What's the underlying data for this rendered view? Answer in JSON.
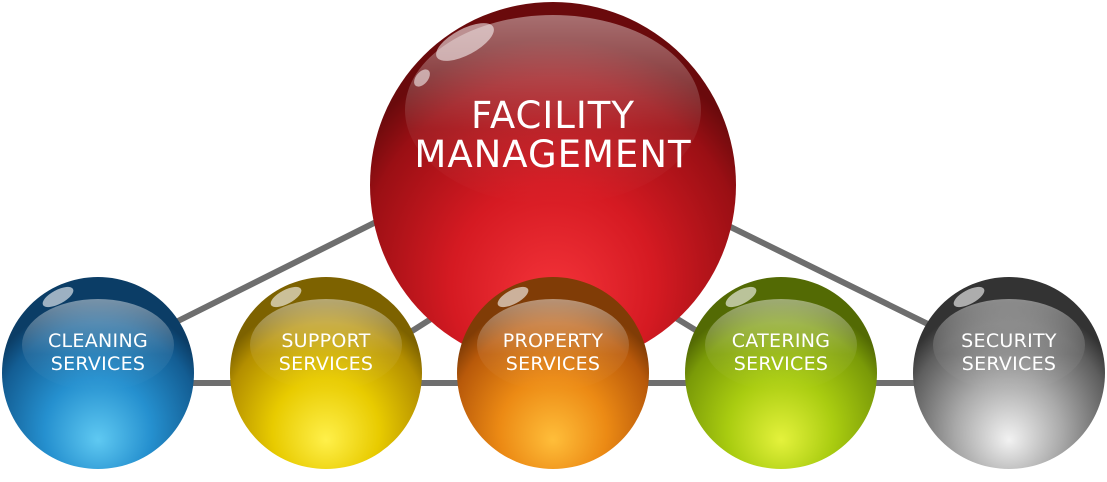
{
  "main": {
    "line1": "FACILITY",
    "line2": "MANAGEMENT",
    "color": "#c8141e"
  },
  "services": [
    {
      "id": "cleaning",
      "line1": "CLEANING",
      "line2": "SERVICES",
      "color": "#1e7fbf"
    },
    {
      "id": "support",
      "line1": "SUPPORT",
      "line2": "SERVICES",
      "color": "#e0c400"
    },
    {
      "id": "property",
      "line1": "PROPERTY",
      "line2": "SERVICES",
      "color": "#e07a10"
    },
    {
      "id": "catering",
      "line1": "CATERING",
      "line2": "SERVICES",
      "color": "#9cc414"
    },
    {
      "id": "security",
      "line1": "SECURITY",
      "line2": "SERVICES",
      "color": "#8a8a8a"
    }
  ]
}
